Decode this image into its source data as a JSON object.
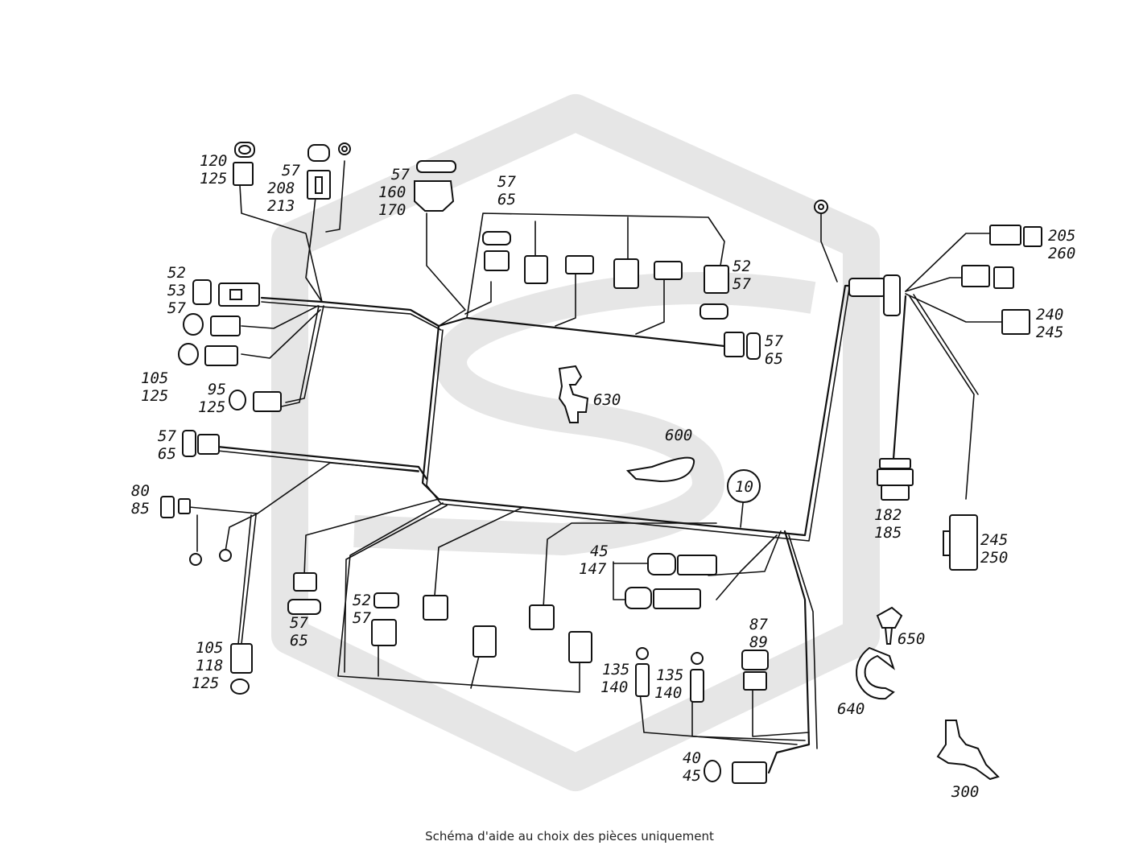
{
  "diagram": {
    "labels": {
      "l120": "120",
      "l125a": "125",
      "l57a": "57",
      "l208": "208",
      "l213": "213",
      "l57b": "57",
      "l160": "160",
      "l170": "170",
      "l57c": "57",
      "l65a": "65",
      "l52a": "52",
      "l53": "53",
      "l57d": "57",
      "l105a": "105",
      "l125b": "125",
      "l95": "95",
      "l125c": "125",
      "l52b": "52",
      "l57e": "57",
      "l57f": "57",
      "l65b": "65",
      "l630": "630",
      "l57g": "57",
      "l65c": "65",
      "l600": "600",
      "l10": "10",
      "l80": "80",
      "l85": "85",
      "l57h": "57",
      "l65d": "65",
      "l52c": "52",
      "l57i": "57",
      "l45a": "45",
      "l147": "147",
      "l105b": "105",
      "l118": "118",
      "l125d": "125",
      "l135a": "135",
      "l140a": "140",
      "l135b": "135",
      "l140b": "140",
      "l87": "87",
      "l89": "89",
      "l40": "40",
      "l45b": "45",
      "l205": "205",
      "l260": "260",
      "l240": "240",
      "l245a": "245",
      "l182": "182",
      "l185": "185",
      "l245b": "245",
      "l250": "250",
      "l650": "650",
      "l640": "640",
      "l300": "300"
    },
    "colors": {
      "ink": "#111111",
      "watermark": "#e6e6e6"
    }
  },
  "caption": "Schéma d'aide au choix des pièces uniquement"
}
